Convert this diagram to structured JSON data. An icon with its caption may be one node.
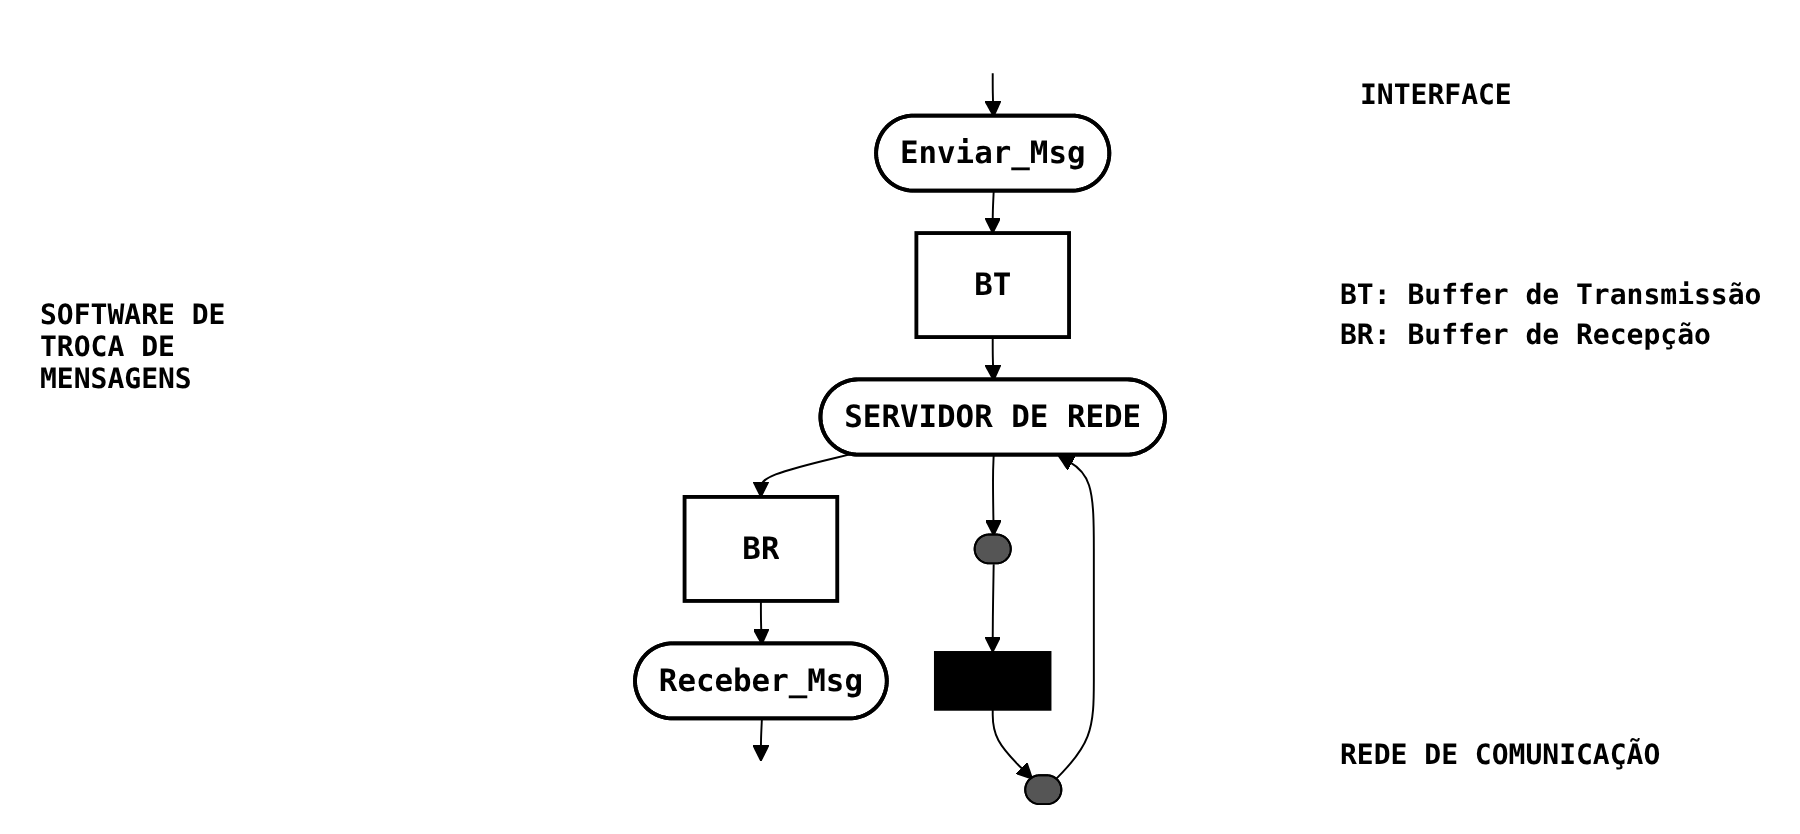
{
  "diagram": {
    "nodes": [
      {
        "text": [
          "Enviar_Msg"
        ]
      },
      {
        "text": [
          "Receber_Msg"
        ]
      },
      {
        "text": [
          "BT"
        ]
      },
      {
        "text": [
          "BR"
        ]
      },
      {
        "text": [
          "SERVIDOR DE REDE"
        ]
      },
      {
        "text": [],
        "shape": "ellipse"
      },
      {
        "text": [],
        "shape": "ellipse"
      },
      {
        "text": [],
        "shape": "bar"
      }
    ],
    "edges": [
      {
        "from": null,
        "to": 0,
        "arrow": "to"
      },
      {
        "from": 0,
        "to": 2,
        "arrow": "to"
      },
      {
        "from": 2,
        "to": 4,
        "arrow": "to"
      },
      {
        "from": 4,
        "to": 3,
        "arrow": "to"
      },
      {
        "from": 3,
        "to": 1,
        "arrow": "to"
      },
      {
        "from": 1,
        "to": null,
        "arrow": "to"
      },
      {
        "from": 4,
        "to": 5,
        "arrow": "to"
      },
      {
        "from": 5,
        "to": 7,
        "arrow": "to"
      },
      {
        "from": 7,
        "to": 6,
        "arrow": "to"
      },
      {
        "from": 6,
        "to": 4,
        "arrow": "to"
      }
    ],
    "labels": [
      "INTERFACE",
      "SOFTWARE DE TROCA DE MENSAGENS",
      "BT: Buffer de Transmissão",
      "BR: Buffer de Recepção",
      "REDE DE COMUNICAÇÃO"
    ]
  }
}
